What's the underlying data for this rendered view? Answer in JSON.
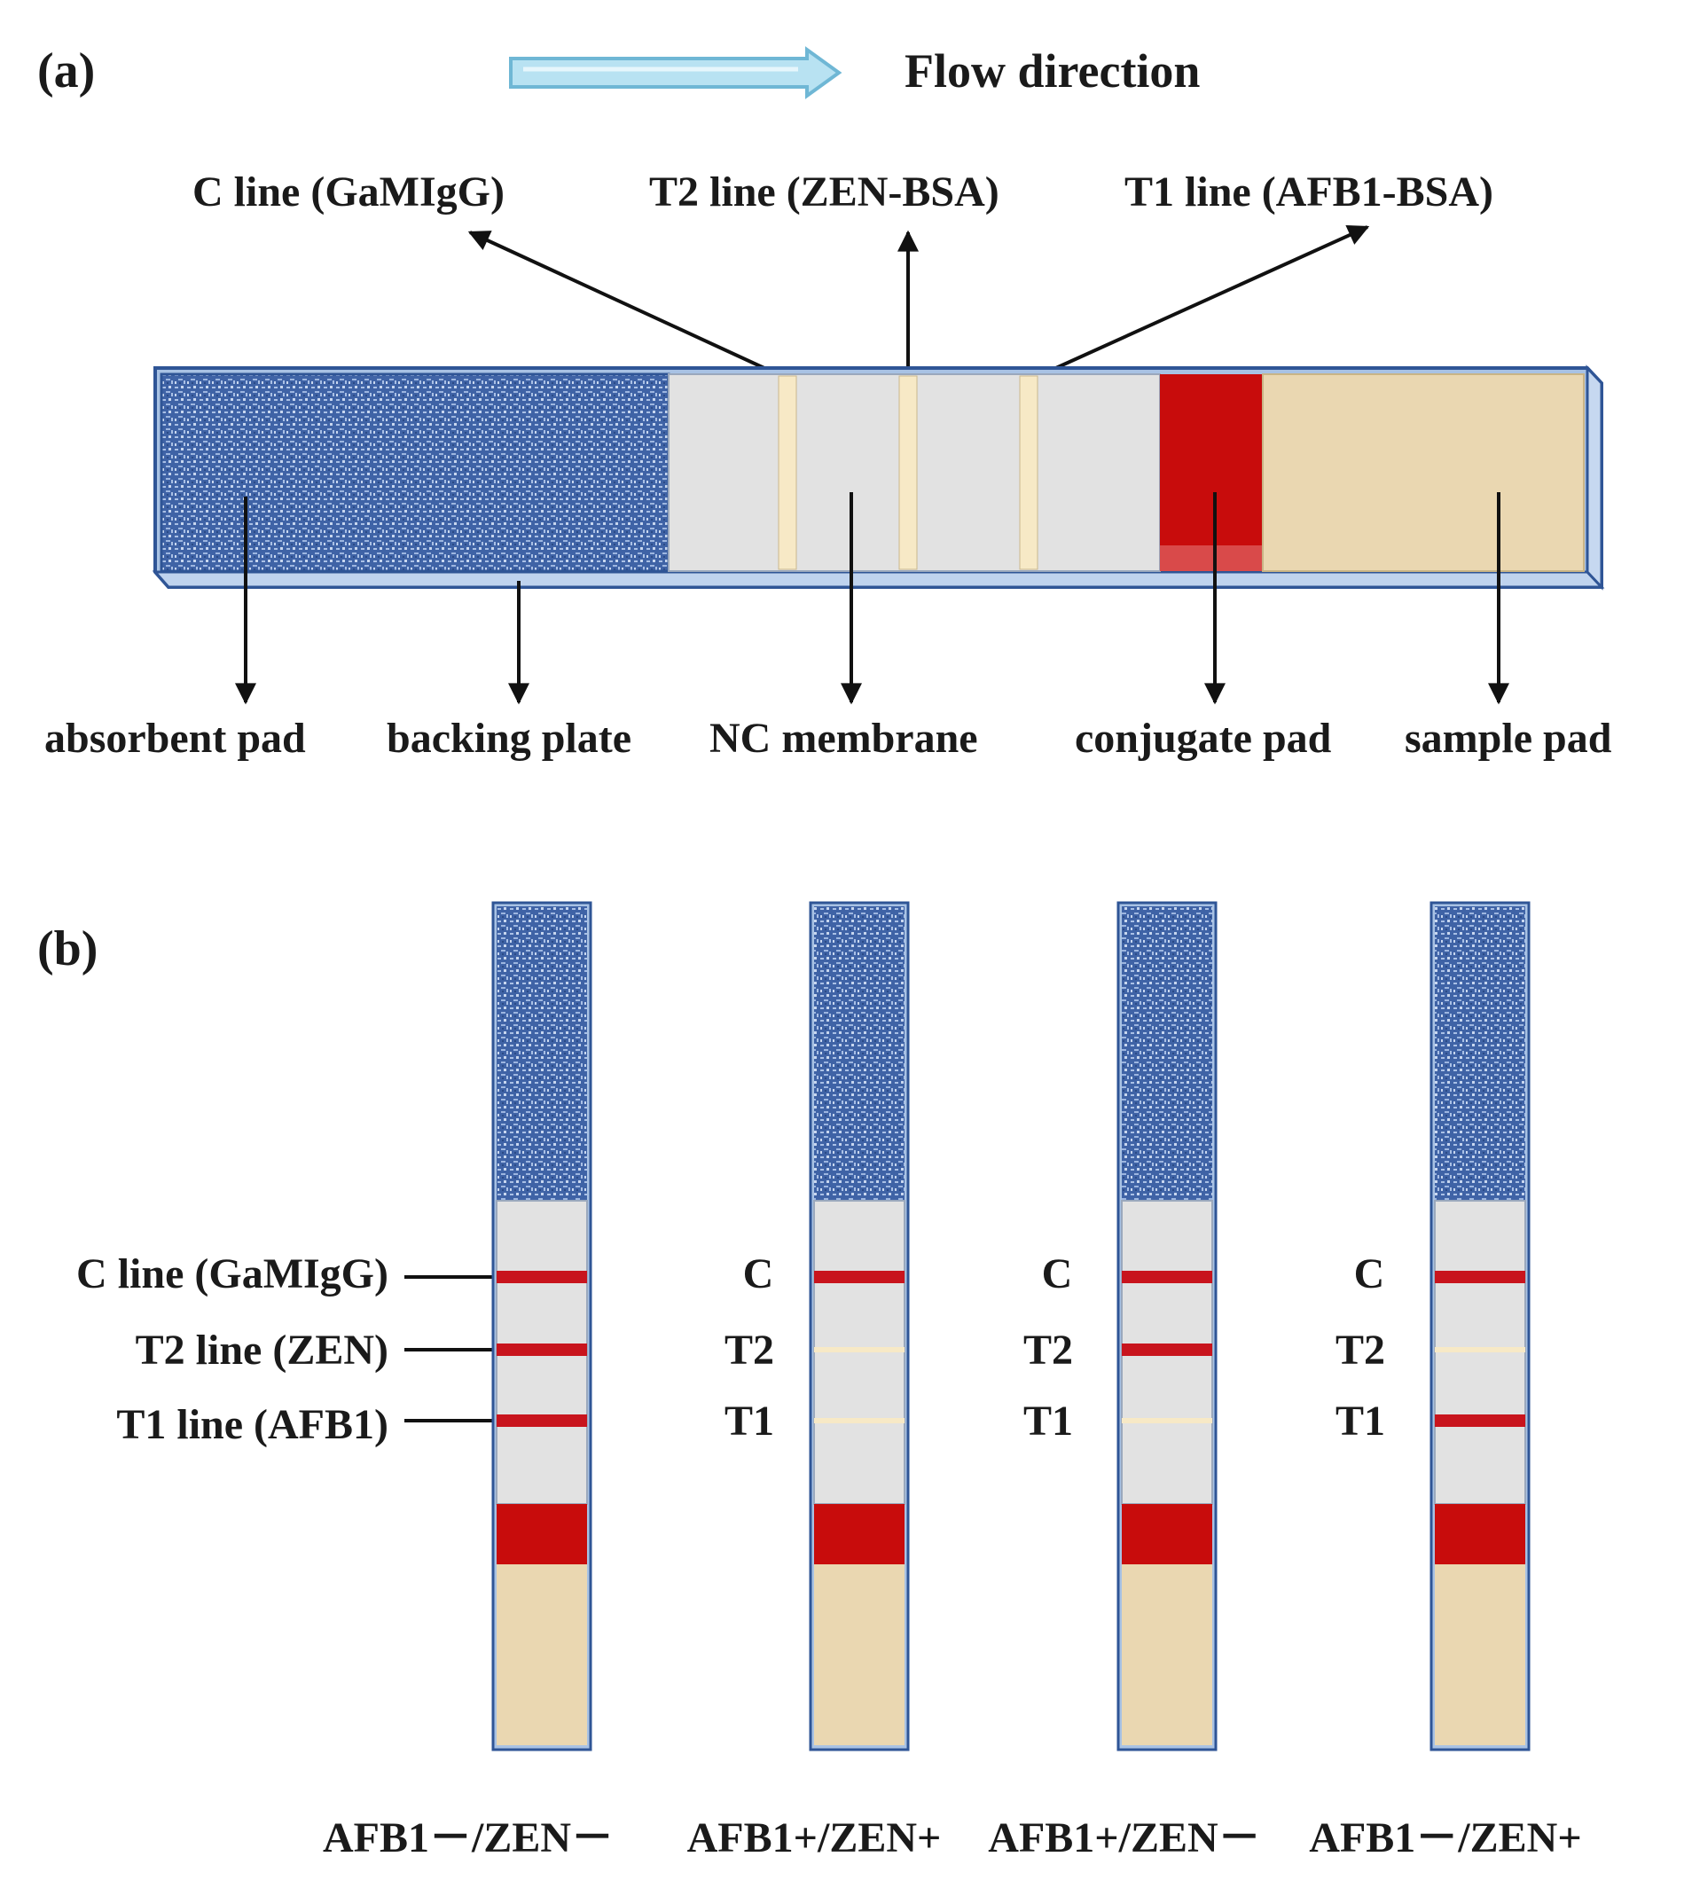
{
  "panel_a": {
    "label": "(a)",
    "flow_label": "Flow direction",
    "line_labels": {
      "c": "C line (GaMIgG)",
      "t2": "T2 line (ZEN-BSA)",
      "t1": "T1 line (AFB1-BSA)"
    },
    "component_labels": {
      "absorbent": "absorbent pad",
      "backing": "backing plate",
      "nc": "NC membrane",
      "conjugate": "conjugate pad",
      "sample": "sample pad"
    }
  },
  "panel_b": {
    "label": "(b)",
    "line_labels_long": {
      "c": "C line (GaMIgG)",
      "t2": "T2 line (ZEN)",
      "t1": "T1 line (AFB1)"
    },
    "line_labels_short": {
      "c": "C",
      "t2": "T2",
      "t1": "T1"
    },
    "strips": [
      {
        "result": "AFB1－/ZEN－",
        "c": true,
        "t2": true,
        "t1": true
      },
      {
        "result": "AFB1+/ZEN+",
        "c": true,
        "t2": false,
        "t1": false
      },
      {
        "result": "AFB1+/ZEN－",
        "c": true,
        "t2": true,
        "t1": false
      },
      {
        "result": "AFB1－/ZEN+",
        "c": true,
        "t2": false,
        "t1": true
      }
    ]
  },
  "colors": {
    "absorbent": "#3f63a6",
    "absorbent_speckle": "#a9c0e6",
    "nc_membrane": "#e2e2e2",
    "test_line_faint": "#f7e9c6",
    "red_line": "#c8141d",
    "conjugate": "#c80c0c",
    "sample": "#ead7b1",
    "backing": "#a8c2e4",
    "backing_edge": "#2f5596",
    "arrow_fill": "#b8e2f2",
    "arrow_edge": "#6fb7d5"
  }
}
